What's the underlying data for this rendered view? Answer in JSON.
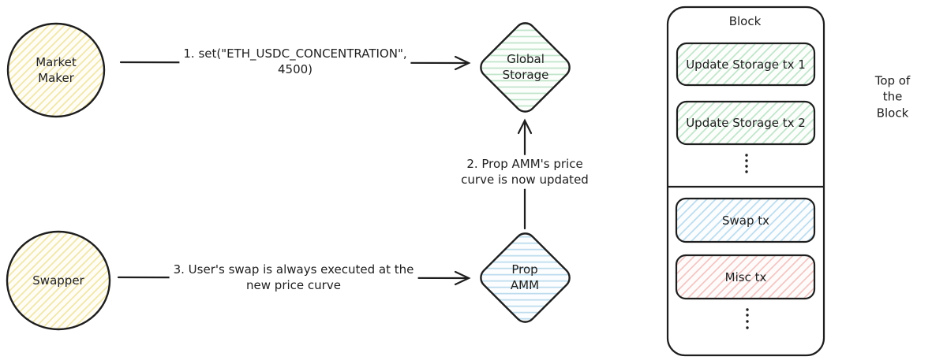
{
  "colors": {
    "stroke": "#1e1e1e",
    "yellow_hatch": "#efe5ab",
    "green_hatch": "#bfe3c9",
    "blue_hatch": "#b7d9ec",
    "red_hatch": "#eec2bf"
  },
  "nodes": {
    "market_maker": "Market\nMaker",
    "swapper": "Swapper",
    "global_storage": "Global\nStorage",
    "prop_amm": "Prop\nAMM"
  },
  "arrows": {
    "step1": "1. set(\"ETH_USDC_CONCENTRATION\",\n4500)",
    "step2": "2. Prop AMM's price\ncurve is now updated",
    "step3": "3. User's swap is always executed at the\nnew price curve"
  },
  "block": {
    "title": "Block",
    "transactions": [
      "Update Storage tx 1",
      "Update Storage tx 2",
      "Swap tx",
      "Misc tx"
    ]
  },
  "icons": {
    "vertical_ellipsis": "⋮"
  },
  "annotations": {
    "top_of_block": "Top of the Block"
  }
}
